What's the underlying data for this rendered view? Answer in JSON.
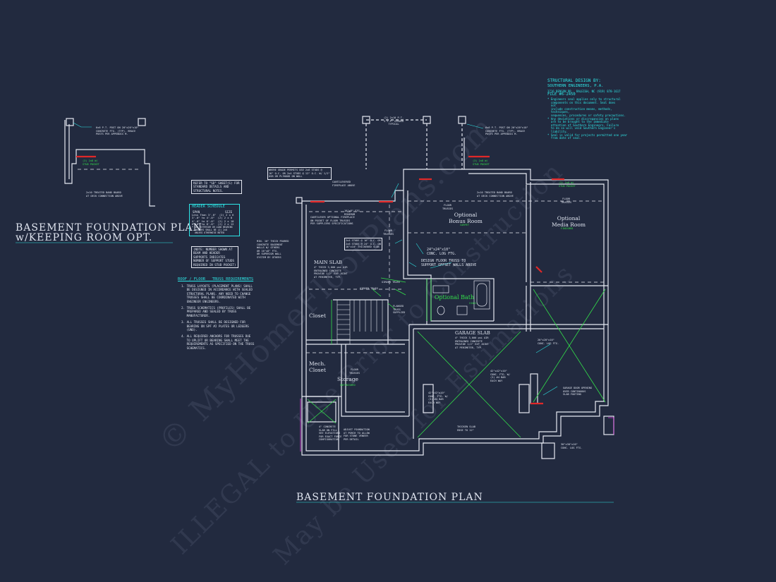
{
  "watermark": {
    "line1": "© MyHomeFloorPlans.com",
    "line2": "ILLEGAL to Use Prior to Construction",
    "line3": "May be Used for Estimations"
  },
  "titles": {
    "main": "BASEMENT FOUNDATION PLAN",
    "side_line1": "BASEMENT FOUNDATION PLAN",
    "side_line2": "w/KEEPING ROOM OPT."
  },
  "structural": {
    "heading": "STRUCTURAL DESIGN BY:",
    "firm": "SOUTHERN ENGINEERS, P.A.",
    "address": "3716 BENSON DR., RALEIGH, NC (919) 878-1617",
    "file": "FILE #6-2450",
    "notes": [
      "* Engineers seal applies only to structural",
      "  components on this document. Seal does",
      "  not",
      "  include construction means, methods,",
      "  techniques,",
      "  sequences, procedures or safety precautions.",
      "* Any deviations or discrepancies on plans",
      "  are to be brought to the immediate",
      "  attention of Southern Engineers. Failure",
      "  to do so will void Southern Engineer's",
      "  liability.",
      "* Seal is valid for projects permitted one year",
      "  from date of seal."
    ]
  },
  "refer_note": "REFER TO \"SD\" SHEET(S) FOR\nSTANDARD DETAILS AND\nSTRUCTURAL NOTES.",
  "header_schedule": {
    "title": "HEADER SCHEDULE",
    "col1": "SPAN",
    "col2": "SIZE",
    "rows": [
      "Less Than 3'-0\"  (2) 2 x 6",
      "3'-0\" to 4'-0\"  (2) 2 x 8",
      "4'-0\" to 6'-0\"  (2) 2 x 10",
      "6'-0\" to 8'-0\"  (2) 2 x 12"
    ],
    "foot": "* ALL EXTERIOR OR LOAD BEARING\n  HEADERS SHALL BE (2) 2x8\n  UNLESS OTHERWISE NOTED"
  },
  "stud_note": "(NOTE: NUMBER SHOWN AT\nBEAM AND HEADER\nSUPPORTS INDICATES\nNUMBER OF SUPPORT STUDS\nREQUIRED IN STUD POCKET)",
  "truss": {
    "title": "ROOF / FLOOR   TRUSS REQUIREMENTS",
    "items": [
      "1. TRUSS LAYOUTS (PLACEMENT PLANS) SHALL\n   BE DESIGNED IN ACCORDANCE WITH SEALED\n   STRUCTURAL PLANS. ANY NEED TO CHANGE\n   TRUSSES SHALL BE COORDINATED WITH\n   ENGINEER ENGINEERS.",
      "2. TRUSS SCHEMATICS (PROFILES) SHALL BE\n   PREPARED AND SEALED BY TRUSS\n   MANUFACTURER.",
      "3. ALL TRUSSES SHALL BE DESIGNED FOR\n   BEARING ON SPF #2 PLATES OR LEDGERS\n   (UNO).",
      "4. ALL REQUIRED ANCHORS FOR TRUSSES DUE\n   TO UPLIFT OR BEARING SHALL MEET THE\n   REQUIREMENTS AS SPECIFIED ON THE TRUSS\n   SCHEMATICS."
    ]
  },
  "rooms": {
    "bonus": "Optional\nBonus Room",
    "bonus_sub": "CARPET",
    "media": "Optional\nMedia Room",
    "media_sub": "FINISHED",
    "bath": "Optional Bath",
    "bath_sub": "VINYL",
    "closet": "Closet",
    "mech": "Mech.\nCloset",
    "storage": "Storage",
    "storage_sub": "UNFINISHED"
  },
  "callouts": {
    "post_left": "6x6 P.T. POST ON 20\"x20\"x10\"\nCONCRETE FTG. (TYP). BRACE\nPOSTS PER APPENDIX M.",
    "post_right": "6x6 P.T. POST ON 20\"x20\"x10\"\nCONCRETE FTG. (TYP). BRACE\nPOSTS PER APPENDIX M.",
    "band_left": "2x10 TREATED BAND BOARD\nAT DECK CONNECTION ABOVE",
    "band_right": "2x10 TREATED BAND BOARD\nAT DECK CONNECTION ABOVE",
    "stud_pocket": "(3) 2x8 W/\nSTUD POCKET",
    "girder": "(2) 2x10 P.T.\nS.Y.P. GIRDER\nTYPICAL",
    "grade": "WHERE GRADE PERMITS USE 2x6 STUDS @\n16\" O.C. OR 2x4 STUDS @ 12\" O.C. W/ 1/2\"\nOSB OR PLYWOOD ON WALL",
    "cantilever": "CANTILEVER OPTIONAL FIREPLACE\nON POCKET OF FLOOR TRUSSES\nPER SUPPLIERS SPECIFICATIONS",
    "cantilever_top": "CANTILEVERED\nFIREPLACE ABOVE",
    "ftg": "16\"x8\" FTG.\nMINIMUM",
    "floor_trusses": "FLOOR\nTRUSSES",
    "conc_wall": "MIN. 10\" THICK POURED\nCONCRETE BASEMENT\nWALLS W/ OTHERS\nOR 16\"x8\" FTG.\nOR SUPERIOR WALL\nSYSTEM BY OTHERS",
    "main_slab": "MAIN SLAB",
    "main_slab_note": "4\" THICK 3,000 psi AIR\nENTRAINED CONCRETE\nPROVIDE 1/2\" EXP JOINT\nAT PERIMETER, TYP.",
    "studs": "2x4 STUDS @ 16\" O.C. OR\n2x6 STUDS @ 24\" O.C. ON\n16\"x10\" THICKENED SLAB",
    "log_ftg": "24\"x24\"x10\"\nCONC. LOG FTG.",
    "design_truss": "DESIGN FLOOR TRUSS TO\nSUPPORT OFFSET WALLS ABOVE",
    "girder_truss": "GIRDER TRUSS",
    "flange": "FLANGED\nTRUSS\nSUPPLIED",
    "garage_slab": "GARAGE SLAB",
    "garage_note": "4\" THICK 3,000 psi AIR\nENTRAINED CONCRETE\nPROVIDE 1/2\" EXP JOINT\nAT PERIMETER, TYP.",
    "conc_ftg_a": "20\"x20\"x10\"\nCONC. LOG FTG.",
    "conc_ftg_b": "42\"x42\"x10\"\nCONC. FTG. W/\n(3) #4 BAR\nEACH WAY",
    "conc_ftg_c": "42\"x42\"x10\"\nCONC. FTG. W/\n(3) #4 BAR\nEACH WAY",
    "thicken": "THICKEN SLAB\nEDGE TO 12\"",
    "garage_door": "GARAGE DOOR OPENING\nOVER CONTINUOUS\nSLAB FOOTING",
    "bottom_ftg": "30\"x30\"x10\"\nCONC. LOG FTG.",
    "concrete_slab": "4\" CONCRETE\nSLAB ON FILL\nSEE ELEVATIONS\nFOR EXACT FORCE\nCONFIGURATION",
    "adjust": "ADJUST FOUNDATION\nAT PORCH TO ALLOW\nFOR STONE VENEER\nPER DETAIL"
  },
  "colors": {
    "background": "#222a3f",
    "walls": "#e6e9f2",
    "cyan": "#2ee6e6",
    "green": "#33e04a",
    "red": "#e02828",
    "magenta": "#e040e0"
  }
}
